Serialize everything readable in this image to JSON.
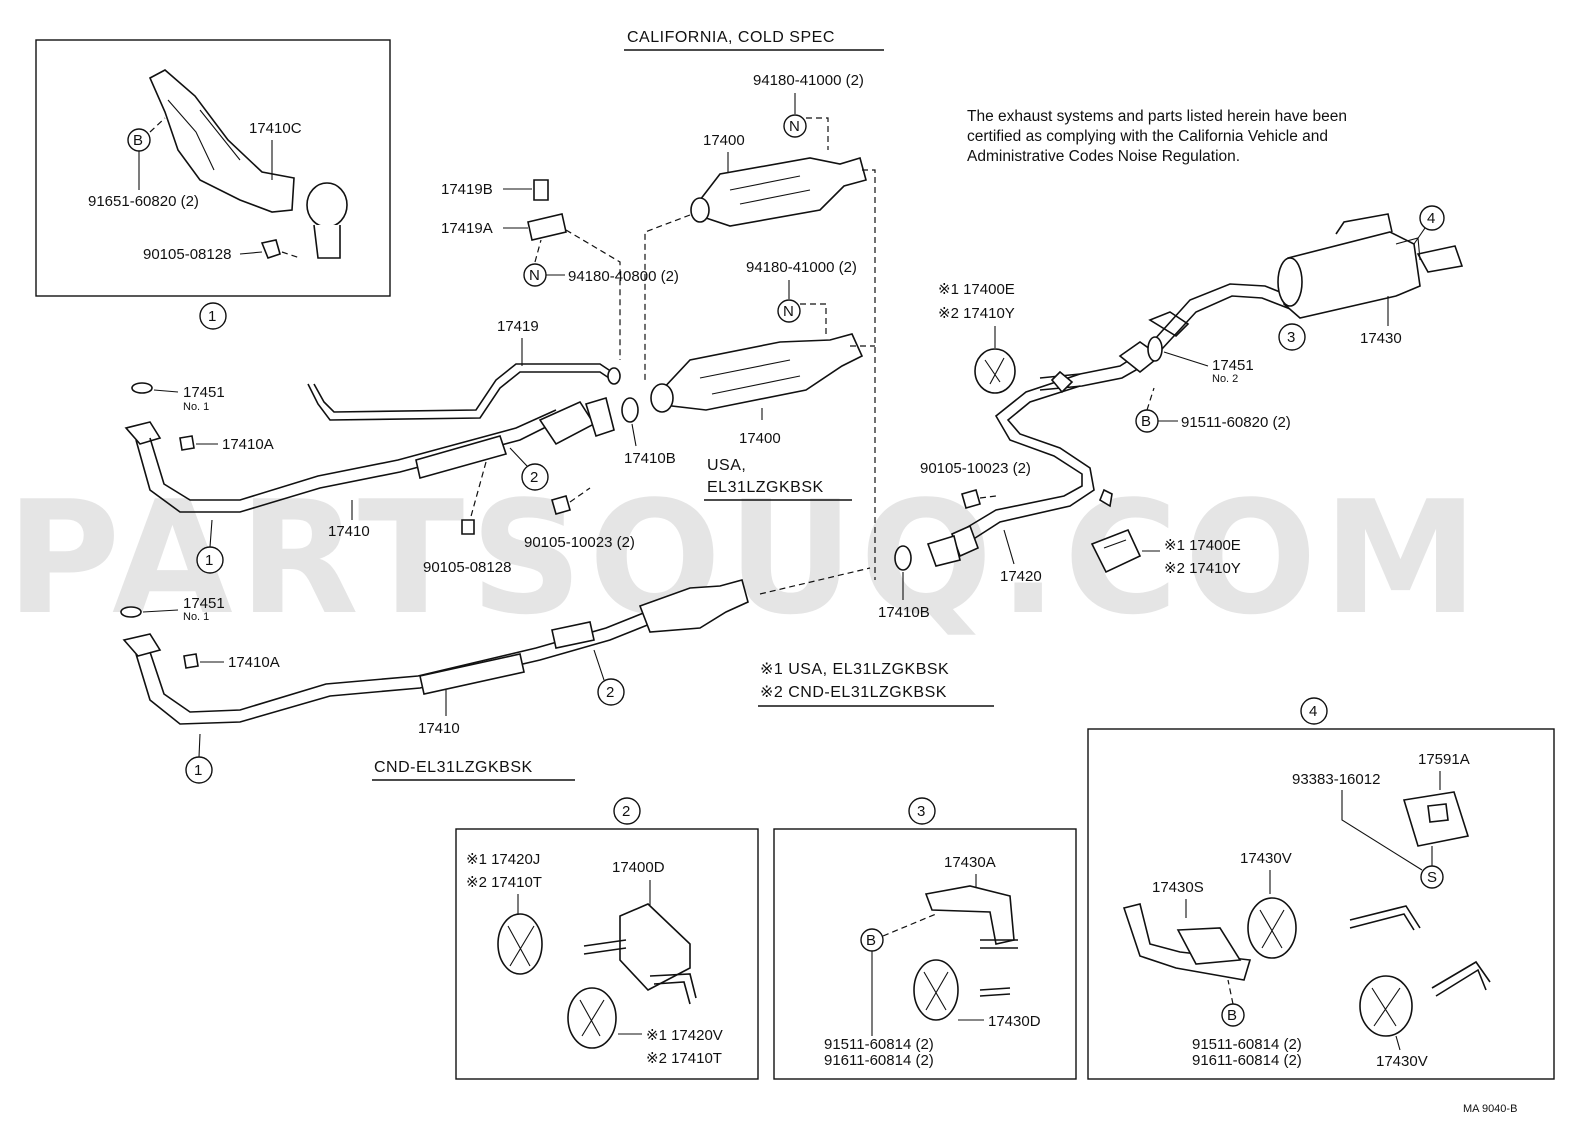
{
  "headers": {
    "california": "CALIFORNIA, COLD SPEC",
    "usa": "USA,",
    "usa_code": "EL31LZGKBSK",
    "cnd": "CND-EL31LZGKBSK",
    "legend1": "※1 USA, EL31LZGKBSK",
    "legend2": "※2 CND-EL31LZGKBSK"
  },
  "note": [
    "The exhaust systems and parts listed herein have been",
    "certified as complying with the California Vehicle and",
    "Administrative Codes Noise Regulation."
  ],
  "callouts": {
    "c1": "1",
    "c2": "2",
    "c3": "3",
    "c4": "4"
  },
  "symbols": {
    "B": "B",
    "N": "N",
    "S": "S"
  },
  "labels": {
    "p17410C": "17410C",
    "p91651": "91651-60820 (2)",
    "p90105_08128_a": "90105-08128",
    "p17419B": "17419B",
    "p17419A": "17419A",
    "p94180_40800": "94180-40800 (2)",
    "p94180_41000_a": "94180-41000 (2)",
    "p94180_41000_b": "94180-41000 (2)",
    "p17400_a": "17400",
    "p17400_b": "17400",
    "p17419": "17419",
    "p17451_a": "17451",
    "no1_a": "No. 1",
    "p17410A_a": "17410A",
    "p17410_a": "17410",
    "p90105_08128_b": "90105-08128",
    "p90105_10023_a": "90105-10023 (2)",
    "p17410B_a": "17410B",
    "p17410B_b": "17410B",
    "p17451_b": "17451",
    "no1_b": "No. 1",
    "p17410A_b": "17410A",
    "p17410_b": "17410",
    "p17400E_a": "※1 17400E",
    "p17410Y_a": "※2 17410Y",
    "p17451_c": "17451",
    "no2": "No. 2",
    "p91511_60820": "91511-60820 (2)",
    "p17430": "17430",
    "p90105_10023_b": "90105-10023 (2)",
    "p17420": "17420",
    "p17400E_b": "※1 17400E",
    "p17410Y_b": "※2 17410Y",
    "p17420J": "※1 17420J",
    "p17410T_a": "※2 17410T",
    "p17400D": "17400D",
    "p17420V": "※1 17420V",
    "p17410T_b": "※2 17410T",
    "p17430A": "17430A",
    "p17430D": "17430D",
    "p91511_60814_a": "91511-60814 (2)",
    "p91611_60814_a": "91611-60814 (2)",
    "p93383": "93383-16012",
    "p17591A": "17591A",
    "p17430V_a": "17430V",
    "p17430S": "17430S",
    "p17430V_b": "17430V",
    "p91511_60814_b": "91511-60814 (2)",
    "p91611_60814_b": "91611-60814 (2)"
  },
  "footer_code": "MA 9040-B",
  "watermark": "PARTSOUQ.COM"
}
